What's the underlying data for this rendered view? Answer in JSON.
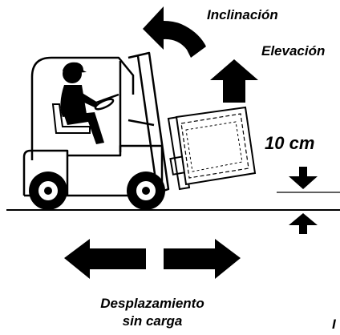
{
  "labels": {
    "tilt": "Inclinación",
    "lift": "Elevación",
    "distance": "10 cm",
    "travel_line1": "Desplazamiento",
    "travel_line2": "sin carga",
    "edge_fragment": "I"
  },
  "icons": [
    "curved-tilt-arrow-icon",
    "up-arrow-icon",
    "down-arrow-icon",
    "left-arrow-icon",
    "right-arrow-icon"
  ],
  "colors": {
    "ink": "#000000",
    "paper": "#ffffff"
  }
}
